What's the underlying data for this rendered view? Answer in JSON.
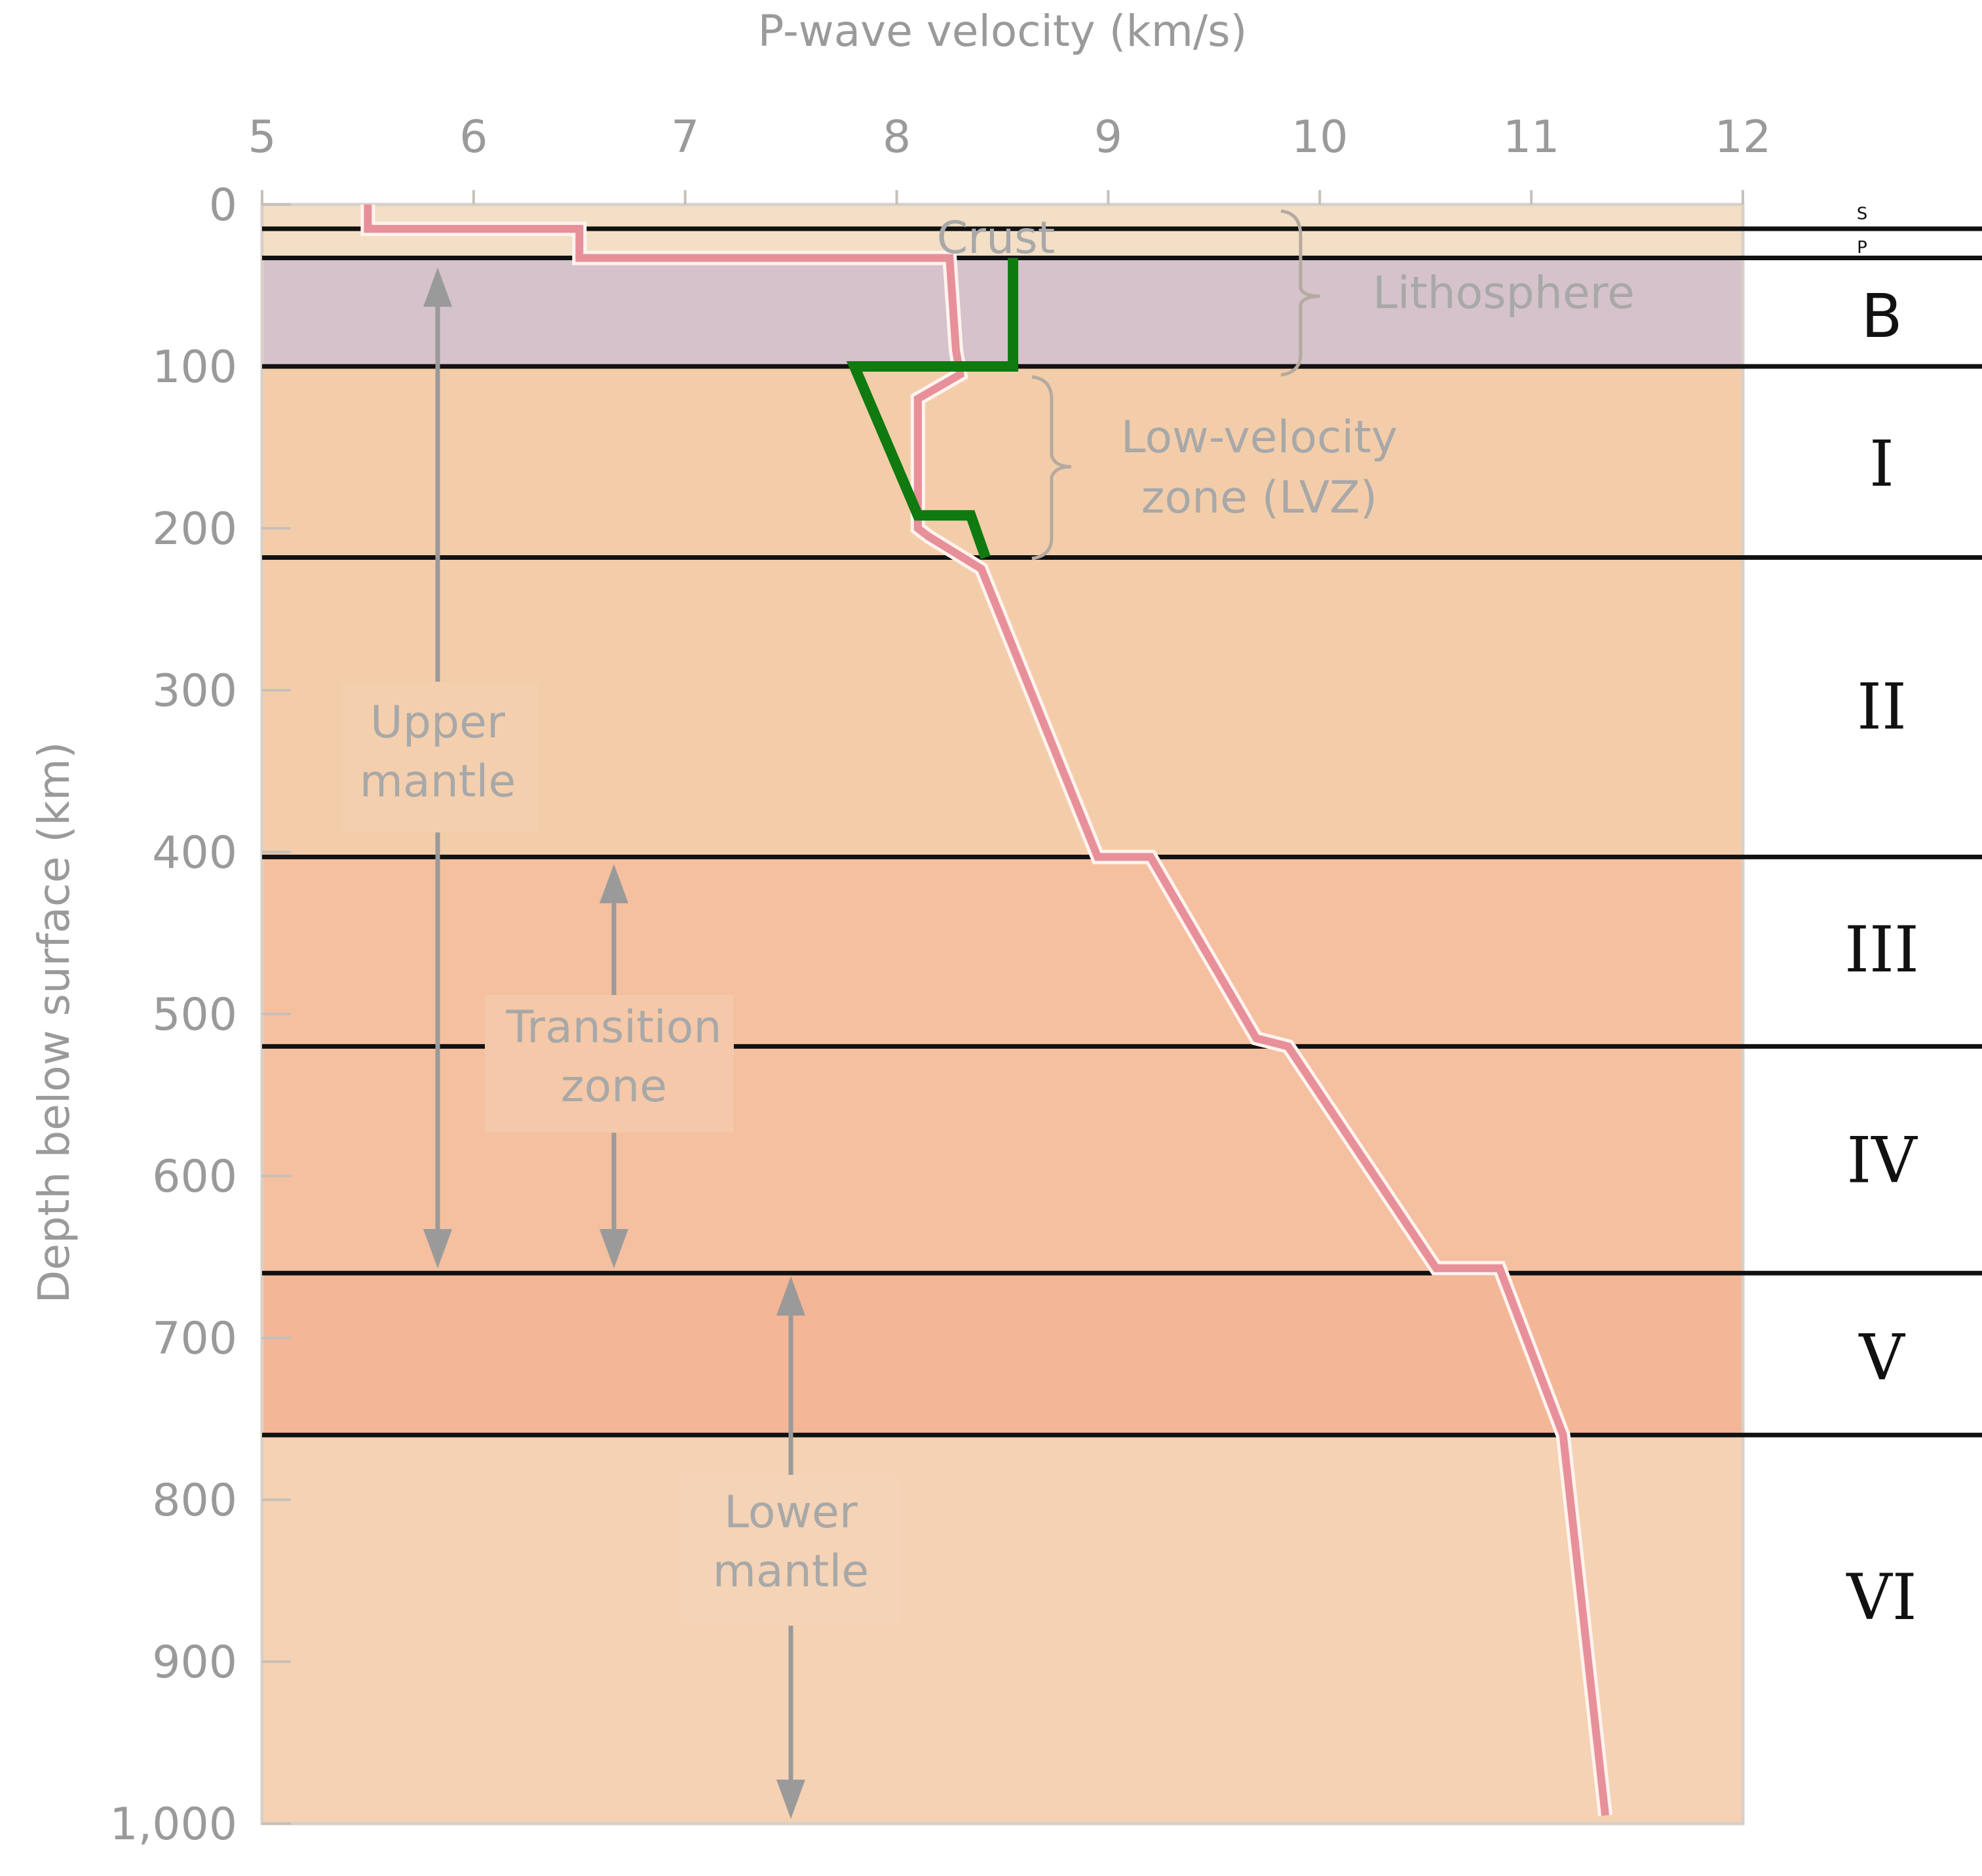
{
  "chart_data": {
    "type": "line",
    "title": "",
    "xlabel": "P-wave velocity (km/s)",
    "ylabel": "Depth below surface (km)",
    "xlim": [
      5,
      12
    ],
    "ylim": [
      0,
      1000
    ],
    "y_inverted": true,
    "x_axis_position": "top",
    "x_ticks": [
      5,
      6,
      7,
      8,
      9,
      10,
      11,
      12
    ],
    "x_tick_labels": [
      "5",
      "6",
      "7",
      "8",
      "9",
      "10",
      "11",
      "12"
    ],
    "y_ticks": [
      0,
      100,
      200,
      300,
      400,
      500,
      600,
      700,
      800,
      900,
      1000
    ],
    "y_tick_labels": [
      "0",
      "100",
      "200",
      "300",
      "400",
      "500",
      "600",
      "700",
      "800",
      "900",
      "1,000"
    ],
    "series": [
      {
        "color": "#e8909a",
        "x": [
          5.5,
          5.5,
          6.5,
          6.5,
          8.25,
          8.28,
          8.3,
          8.1,
          8.1,
          8.15,
          8.4,
          8.95,
          9.2,
          9.7,
          9.85,
          10.55,
          10.85,
          11.15,
          11.35
        ],
        "y": [
          0,
          15,
          15,
          33,
          33,
          90,
          105,
          120,
          200,
          205,
          225,
          403,
          403,
          515,
          520,
          657,
          657,
          760,
          995
        ]
      },
      {
        "color": "#0f7a0f",
        "x": [
          8.55,
          8.55,
          7.8,
          8.1,
          8.35,
          8.42
        ],
        "y": [
          33,
          100,
          100,
          192,
          192,
          218
        ]
      }
    ],
    "horizontal_lines_depth": [
      15,
      33,
      100,
      218,
      403,
      520,
      660,
      760
    ],
    "bands": [
      {
        "from": 0,
        "to": 33,
        "color": "#f3dfc6"
      },
      {
        "from": 33,
        "to": 100,
        "color": "#d6c2cb"
      },
      {
        "from": 100,
        "to": 403,
        "color": "#f3cdaa"
      },
      {
        "from": 403,
        "to": 660,
        "color": "#f4c0a0"
      },
      {
        "from": 660,
        "to": 760,
        "color": "#f3b696"
      },
      {
        "from": 760,
        "to": 1000,
        "color": "#f4d2b3"
      }
    ],
    "annotations": {
      "crust": "Crust",
      "lithosphere": "Lithosphere",
      "lvz_line1": "Low-velocity",
      "lvz_line2": "zone (LVZ)",
      "upper_mantle_line1": "Upper",
      "upper_mantle_line2": "mantle",
      "transition_line1": "Transition",
      "transition_line2": "zone",
      "lower_mantle_line1": "Lower",
      "lower_mantle_line2": "mantle"
    },
    "layer_labels": [
      {
        "text": "S",
        "depth": 5
      },
      {
        "text": "P",
        "depth": 26
      },
      {
        "text": "B",
        "depth": 68
      },
      {
        "text": "I",
        "depth": 160
      },
      {
        "text": "II",
        "depth": 310
      },
      {
        "text": "III",
        "depth": 460
      },
      {
        "text": "IV",
        "depth": 590
      },
      {
        "text": "V",
        "depth": 712
      },
      {
        "text": "VI",
        "depth": 860
      }
    ]
  }
}
